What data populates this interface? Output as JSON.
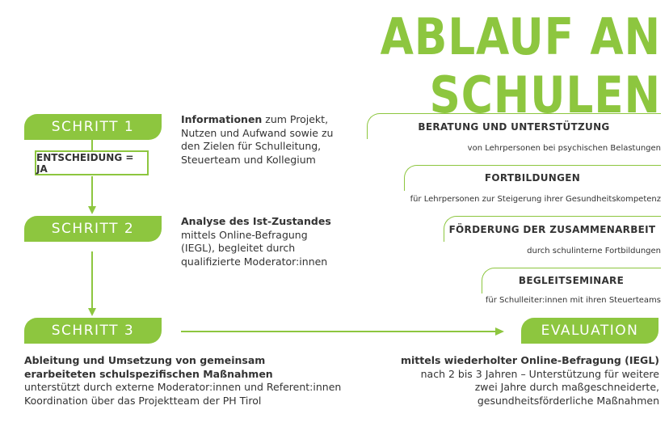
{
  "title": "ABLAUF AN SCHULEN",
  "steps": {
    "step1": "SCHRITT 1",
    "step2": "SCHRITT 2",
    "step3": "SCHRITT 3",
    "evaluation": "EVALUATION"
  },
  "decision": "ENTSCHEIDUNG = JA",
  "step1_text": {
    "bold": "Informationen",
    "rest1": " zum Projekt,",
    "line2": "Nutzen und Aufwand sowie zu",
    "line3": "den Zielen für Schulleitung,",
    "line4": "Steuerteam und Kollegium"
  },
  "step2_text": {
    "bold": "Analyse des Ist-Zustandes",
    "line2": "mittels Online-Befragung",
    "line3": "(IEGL), begleitet durch",
    "line4": "qualifizierte Moderator:innen"
  },
  "step3_text": {
    "bold1": "Ableitung und Umsetzung von gemeinsam",
    "bold2": "erarbeiteten schulspezifischen Maßnahmen",
    "line3": "unterstützt durch externe Moderator:innen und Referent:innen",
    "line4": "Koordination über das Projektteam der PH Tirol"
  },
  "evaluation_text": {
    "bold": "mittels wiederholter Online-Befragung (IEGL)",
    "line2": "nach 2 bis 3 Jahren – Unterstützung für weitere",
    "line3": "zwei Jahre durch maßgeschneiderte,",
    "line4": "gesundheitsförderliche Maßnahmen"
  },
  "support": [
    {
      "title": "BERATUNG UND UNTERSTÜTZUNG",
      "sub": "von Lehrpersonen bei psychischen Belastungen"
    },
    {
      "title": "FORTBILDUNGEN",
      "sub": "für Lehrpersonen zur Steigerung ihrer Gesundheitskompetenz"
    },
    {
      "title": "FÖRDERUNG DER ZUSAMMENARBEIT",
      "sub": "durch schulinterne Fortbildungen"
    },
    {
      "title": "BEGLEITSEMINARE",
      "sub": "für Schulleiter:innen mit ihren Steuerteams"
    }
  ],
  "colors": {
    "accent": "#8dc63f",
    "text": "#333333"
  }
}
